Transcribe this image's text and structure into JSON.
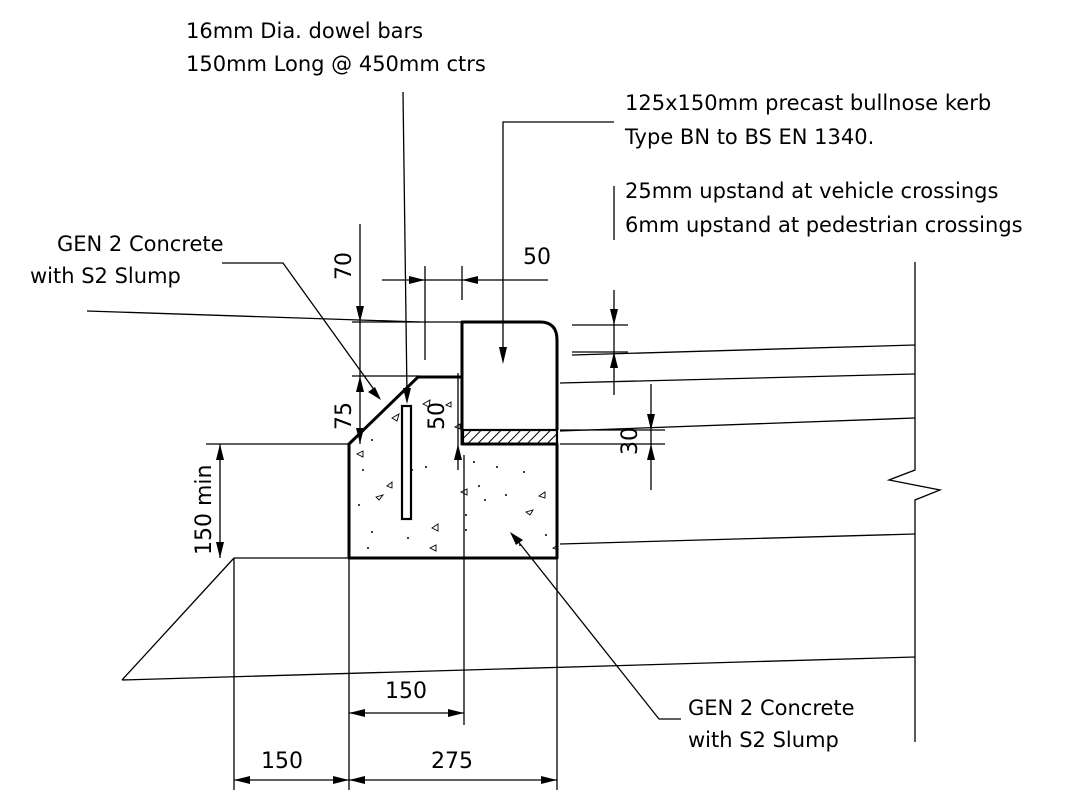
{
  "notes": {
    "dowel_line1": "16mm Dia. dowel bars",
    "dowel_line2": "150mm Long @ 450mm ctrs",
    "kerb_line1": "125x150mm precast bullnose kerb",
    "kerb_line2": "Type BN to BS EN 1340.",
    "upstand_line1": "25mm upstand at vehicle crossings",
    "upstand_line2": "6mm upstand at pedestrian crossings",
    "concrete_top_line1": "GEN 2 Concrete",
    "concrete_top_line2": "with S2 Slump",
    "concrete_bottom_line1": "GEN 2 Concrete",
    "concrete_bottom_line2": "with S2 Slump"
  },
  "dimensions": {
    "d70": "70",
    "d75": "75",
    "d50_vertical": "50",
    "d50_top": "50",
    "d30": "30",
    "d150_min": "150 min",
    "d150_inner": "150",
    "d150_left": "150",
    "d275": "275"
  }
}
